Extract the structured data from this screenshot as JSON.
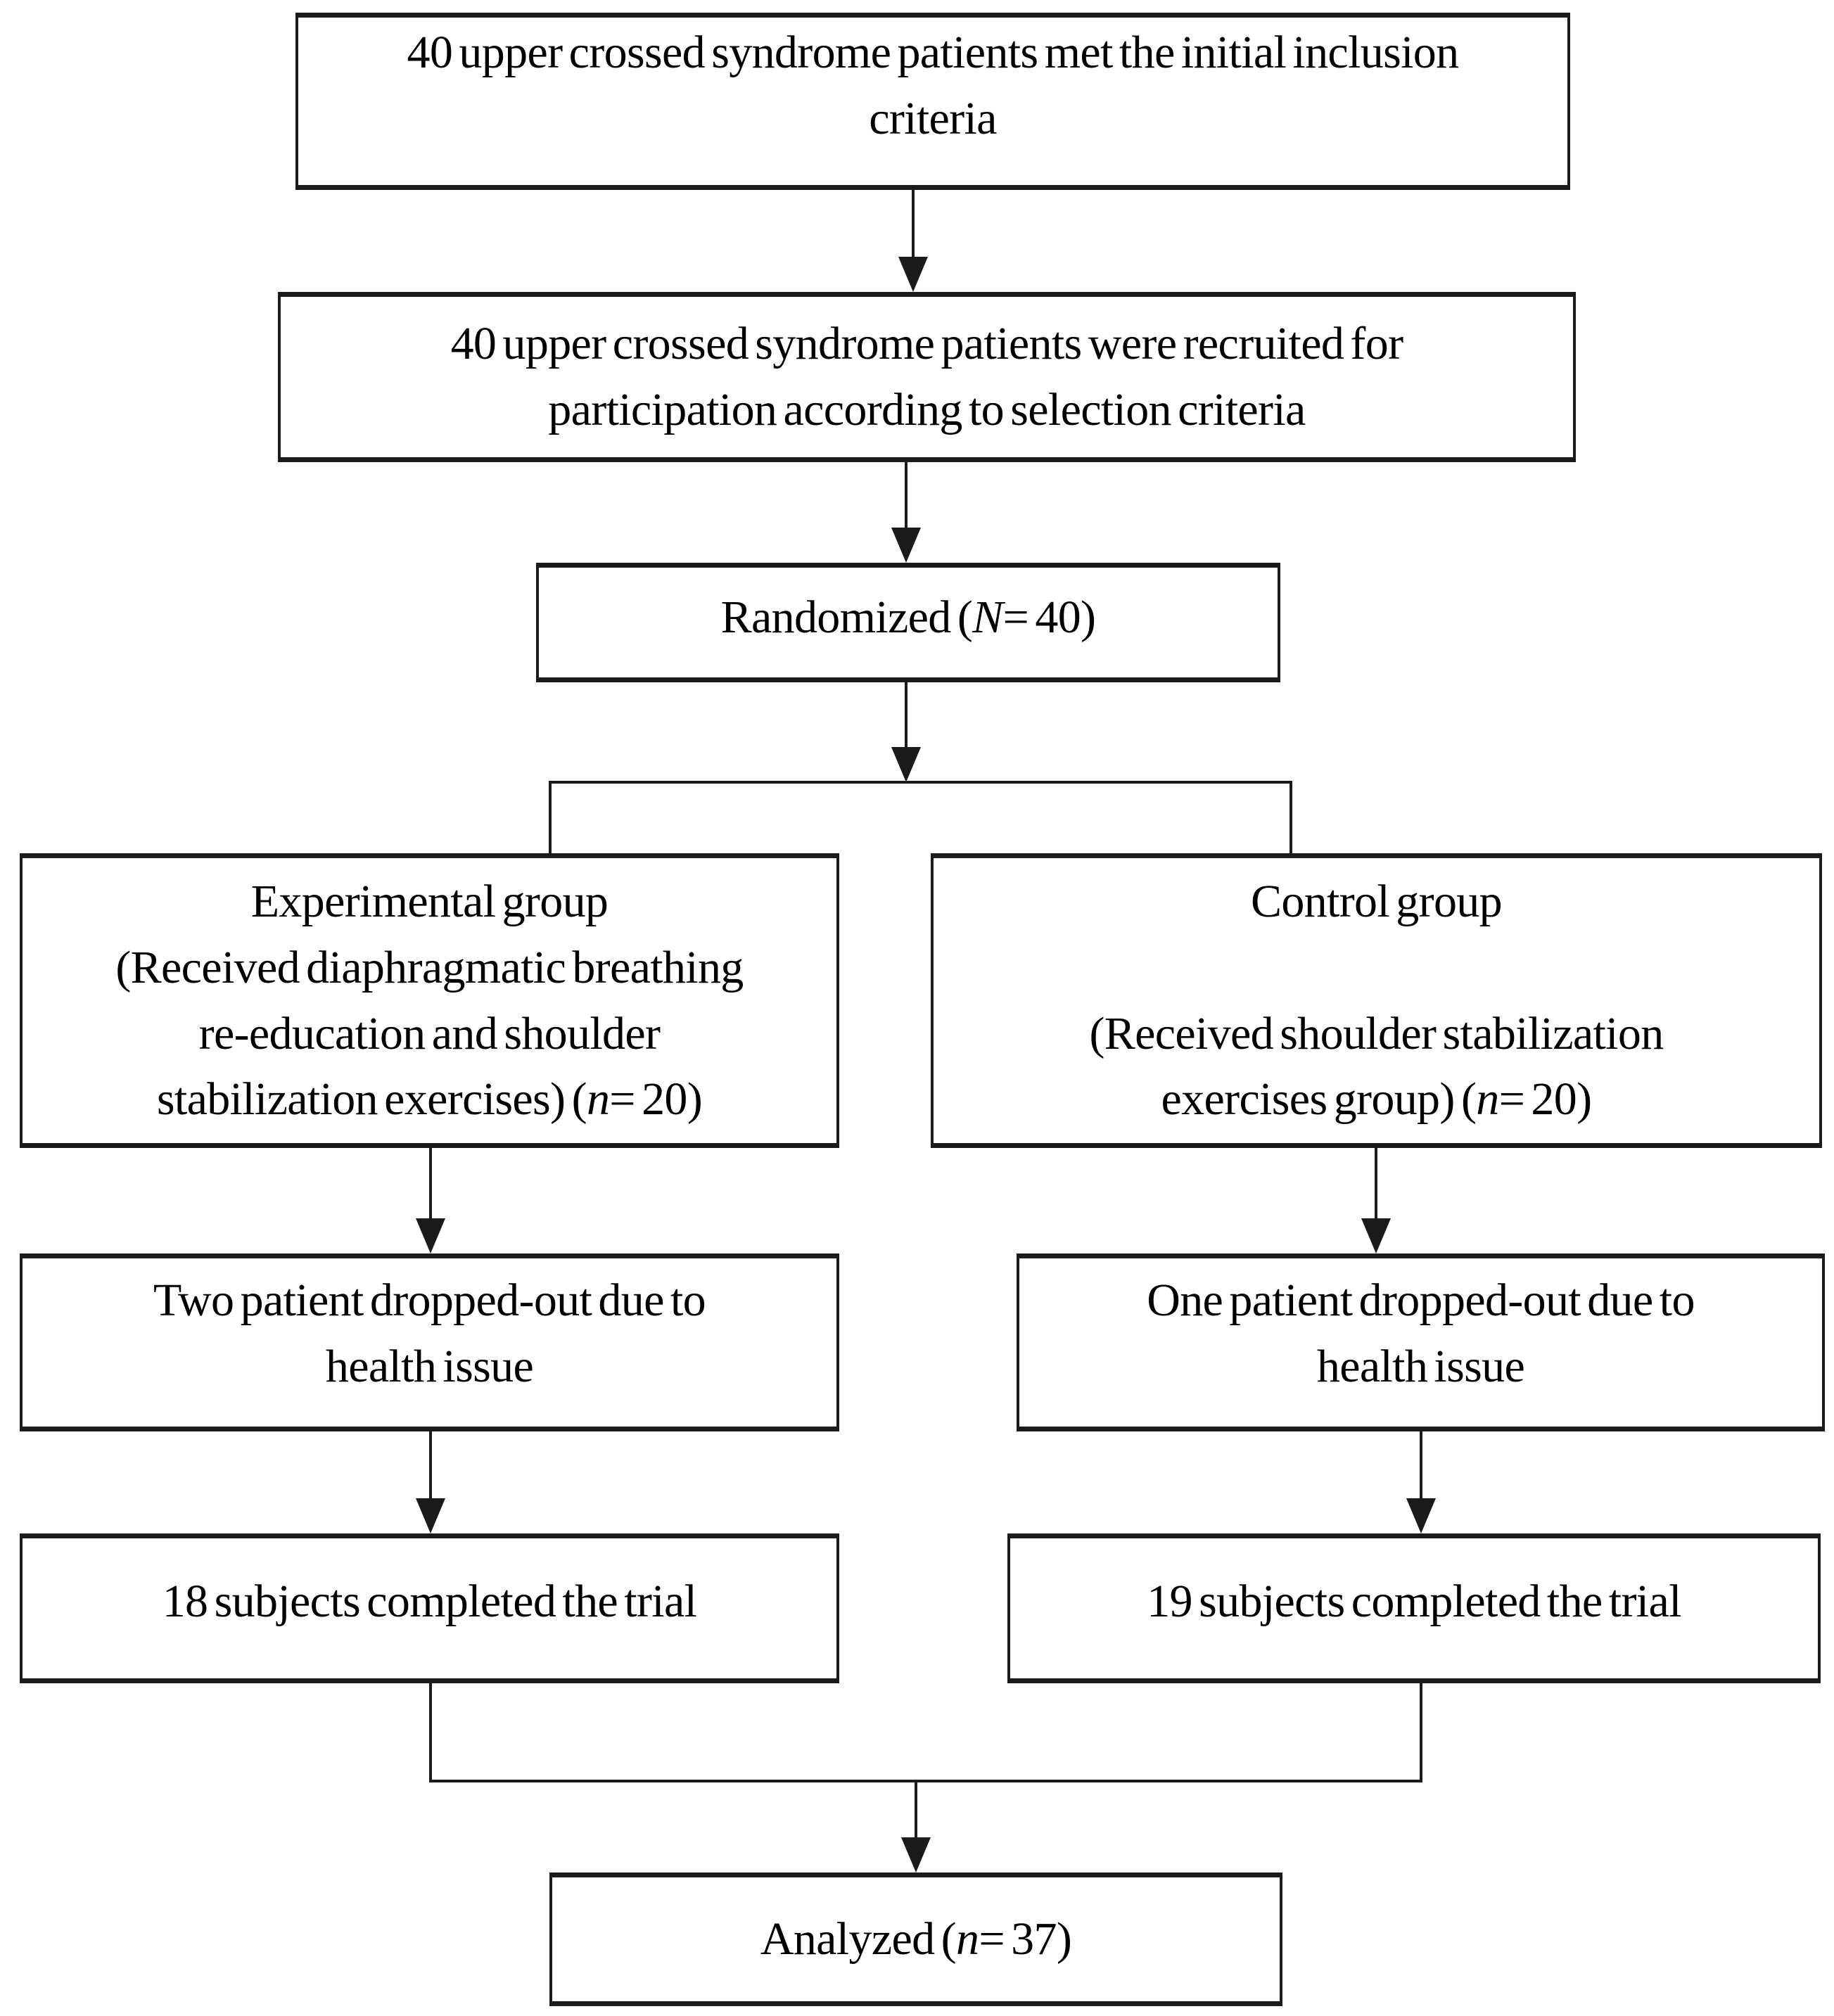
{
  "diagram": {
    "kind": "consort-flowchart",
    "colors": {
      "border": "#1b1b1b",
      "background": "#ffffff",
      "text": "#000000"
    },
    "nodes": {
      "inclusion": {
        "n": 40,
        "lines": [
          [
            {
              "t": "40 upper crossed syndrome patients met the initial inclusion"
            }
          ],
          [
            {
              "t": "criteria"
            }
          ]
        ]
      },
      "recruited": {
        "n": 40,
        "lines": [
          [
            {
              "t": "40 upper crossed syndrome patients were recruited for"
            }
          ],
          [
            {
              "t": "participation according to selection criteria"
            }
          ]
        ]
      },
      "randomized": {
        "n": 40,
        "lines": [
          [
            {
              "t": "Randomized ("
            },
            {
              "t": "N",
              "i": true
            },
            {
              "t": "= 40)"
            }
          ]
        ]
      },
      "experimental": {
        "n": 20,
        "lines": [
          [
            {
              "t": "Experimental group"
            }
          ],
          [
            {
              "t": "(Received diaphragmatic breathing"
            }
          ],
          [
            {
              "t": "re-education and shoulder"
            }
          ],
          [
            {
              "t": "stabilization exercises) ("
            },
            {
              "t": "n",
              "i": true
            },
            {
              "t": "= 20)"
            }
          ]
        ]
      },
      "control": {
        "n": 20,
        "lines": [
          [
            {
              "t": "Control group"
            }
          ],
          [],
          [
            {
              "t": "(Received shoulder stabilization"
            }
          ],
          [
            {
              "t": "exercises group) ("
            },
            {
              "t": "n",
              "i": true
            },
            {
              "t": "= 20)"
            }
          ]
        ]
      },
      "exp_dropout": {
        "lines": [
          [
            {
              "t": "Two patient dropped-out due to"
            }
          ],
          [
            {
              "t": "health issue"
            }
          ]
        ]
      },
      "ctrl_dropout": {
        "lines": [
          [
            {
              "t": "One patient dropped-out due to"
            }
          ],
          [
            {
              "t": "health issue"
            }
          ]
        ]
      },
      "exp_completed": {
        "n": 18,
        "lines": [
          [
            {
              "t": "18 subjects completed the trial"
            }
          ]
        ]
      },
      "ctrl_completed": {
        "n": 19,
        "lines": [
          [
            {
              "t": "19 subjects completed the trial"
            }
          ]
        ]
      },
      "analyzed": {
        "n": 37,
        "lines": [
          [
            {
              "t": "Analyzed ("
            },
            {
              "t": "n",
              "i": true
            },
            {
              "t": "= 37)"
            }
          ]
        ]
      }
    },
    "edges": [
      {
        "from": "inclusion",
        "to": "recruited"
      },
      {
        "from": "recruited",
        "to": "randomized"
      },
      {
        "from": "randomized",
        "to": "experimental"
      },
      {
        "from": "randomized",
        "to": "control"
      },
      {
        "from": "experimental",
        "to": "exp_dropout"
      },
      {
        "from": "control",
        "to": "ctrl_dropout"
      },
      {
        "from": "exp_dropout",
        "to": "exp_completed"
      },
      {
        "from": "ctrl_dropout",
        "to": "ctrl_completed"
      },
      {
        "from": "exp_completed",
        "to": "analyzed"
      },
      {
        "from": "ctrl_completed",
        "to": "analyzed"
      }
    ]
  }
}
